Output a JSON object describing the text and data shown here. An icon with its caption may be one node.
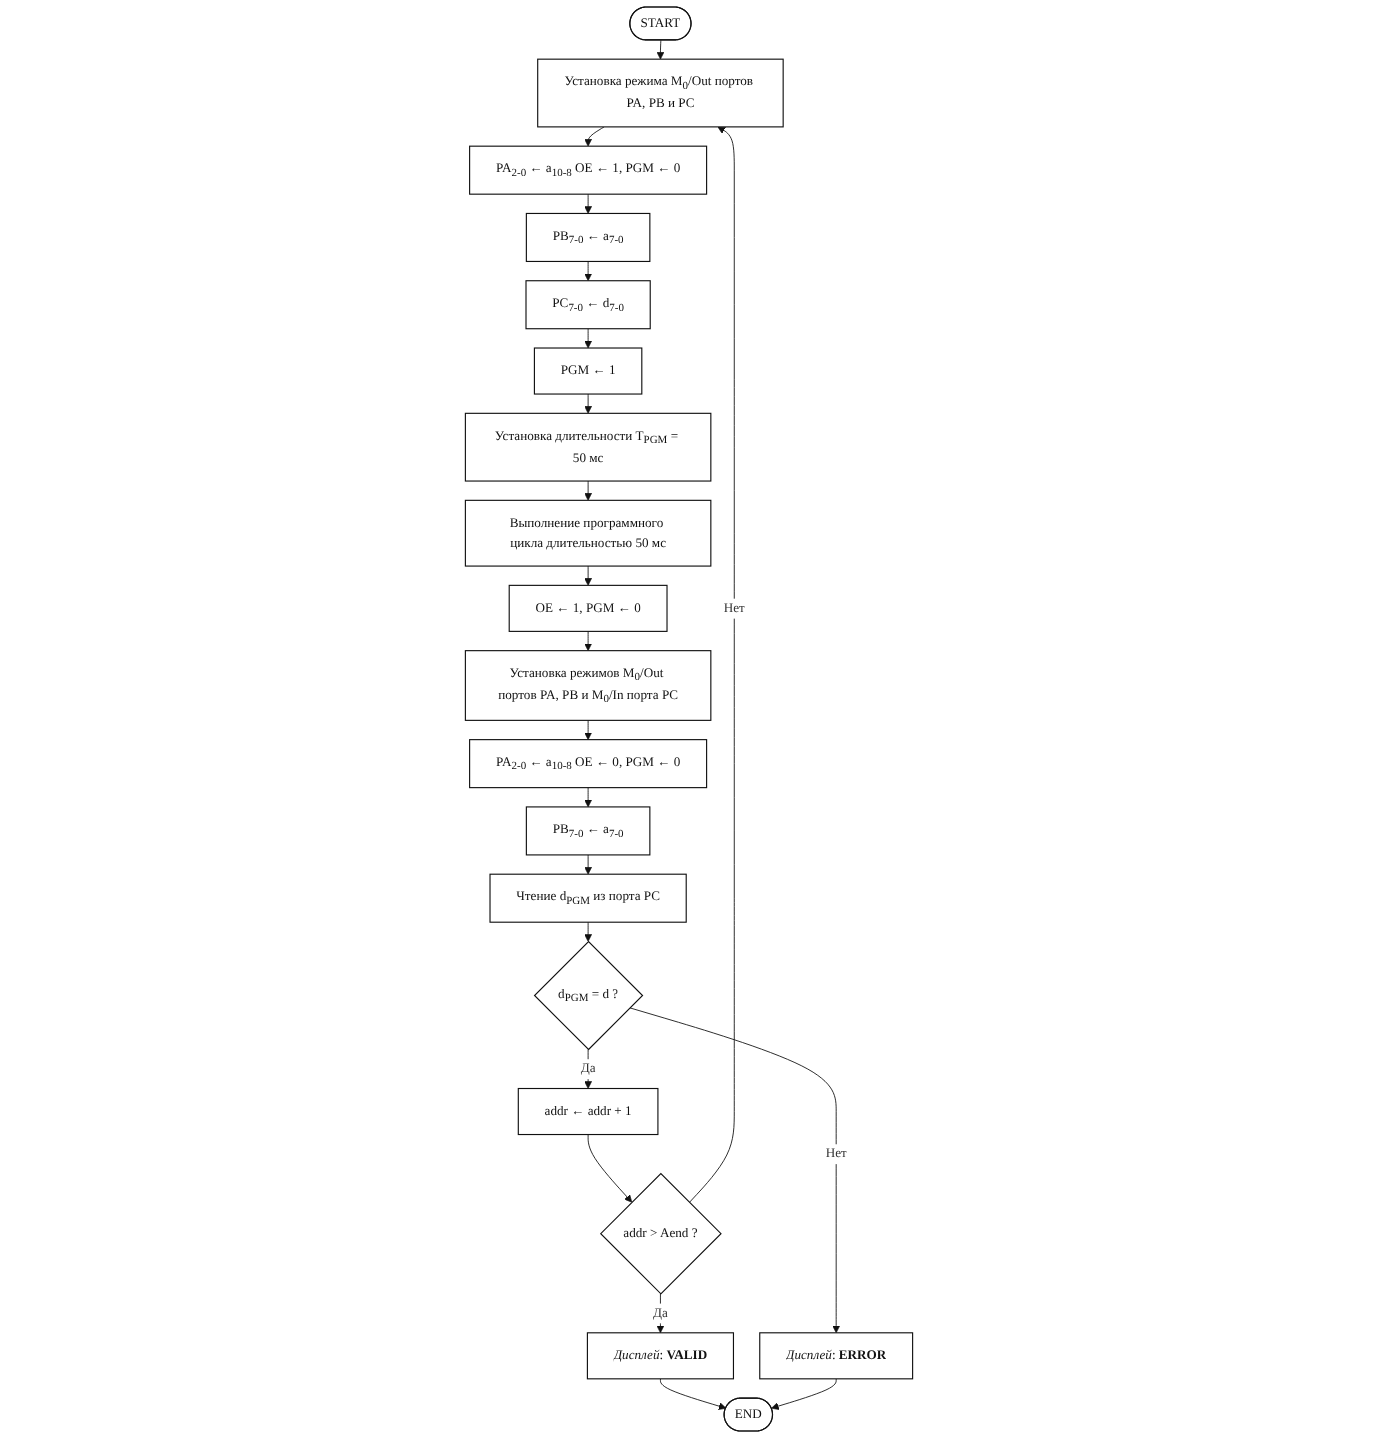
{
  "diagram": {
    "nodes": [
      {
        "text": [
          "START"
        ]
      },
      {
        "text": [
          "Установка режима M$_{0}$/Out портов PA, PB и PC"
        ]
      },
      {
        "text": [
          "PA$_{2-0}$ ← a$_{10-8}$ OE ← 1, PGM ← 0"
        ]
      },
      {
        "text": [
          "PB$_{7-0}$ ← a$_{7-0}$"
        ]
      },
      {
        "text": [
          "PC$_{7-0}$ ← d$_{7-0}$"
        ]
      },
      {
        "text": [
          "PGM ← 1"
        ]
      },
      {
        "text": [
          "Установка длительности T$_{PGM}$ = 50 мс"
        ]
      },
      {
        "text": [
          "Выполнение программного цикла длительностью 50 мс"
        ]
      },
      {
        "text": [
          "OE ← 1, PGM ← 0"
        ]
      },
      {
        "text": [
          "Установка режимов M$_{0}$/Out портов PA, PB и M$_{0}$/In порта PC"
        ]
      },
      {
        "text": [
          "PA$_{2-0}$ ← a$_{10-8}$ OE ← 0, PGM ← 0"
        ]
      },
      {
        "text": [
          "PB$_{7-0}$ ← a$_{7-0}$"
        ]
      },
      {
        "text": [
          "Чтение d$_{PGM}$ из порта PC"
        ]
      },
      {
        "text": [
          "d$_{PGM}$ = d ?"
        ]
      },
      {
        "text": [
          "addr ← addr + 1"
        ]
      },
      {
        "text": [
          "addr > Aend ?"
        ]
      },
      {
        "text": [
          "*Дисплей*: **VALID**"
        ]
      },
      {
        "text": [
          "*Дисплей*: **ERROR**"
        ]
      },
      {
        "text": [
          "END"
        ]
      }
    ],
    "edges": [
      {
        "from": 0,
        "to": 1,
        "arrow": "to"
      },
      {
        "from": 1,
        "to": 2,
        "arrow": "to"
      },
      {
        "from": 2,
        "to": 3,
        "arrow": "to"
      },
      {
        "from": 3,
        "to": 4,
        "arrow": "to"
      },
      {
        "from": 4,
        "to": 5,
        "arrow": "to"
      },
      {
        "from": 5,
        "to": 6,
        "arrow": "to"
      },
      {
        "from": 6,
        "to": 7,
        "arrow": "to"
      },
      {
        "from": 7,
        "to": 8,
        "arrow": "to"
      },
      {
        "from": 8,
        "to": 9,
        "arrow": "to"
      },
      {
        "from": 9,
        "to": 10,
        "arrow": "to"
      },
      {
        "from": 10,
        "to": 11,
        "arrow": "to"
      },
      {
        "from": 11,
        "to": 12,
        "arrow": "to"
      },
      {
        "from": 12,
        "to": 13,
        "arrow": "to"
      },
      {
        "from": 13,
        "to": 14,
        "arrow": "to",
        "label": "Да"
      },
      {
        "from": 13,
        "to": 17,
        "arrow": "to",
        "label": "Нет"
      },
      {
        "from": 14,
        "to": 15,
        "arrow": "to"
      },
      {
        "from": 15,
        "to": 16,
        "arrow": "to",
        "label": "Да"
      },
      {
        "from": 15,
        "to": 1,
        "arrow": "to",
        "label": "Нет"
      },
      {
        "from": 16,
        "to": 18,
        "arrow": "to"
      },
      {
        "from": 17,
        "to": 18,
        "arrow": "to"
      }
    ]
  }
}
